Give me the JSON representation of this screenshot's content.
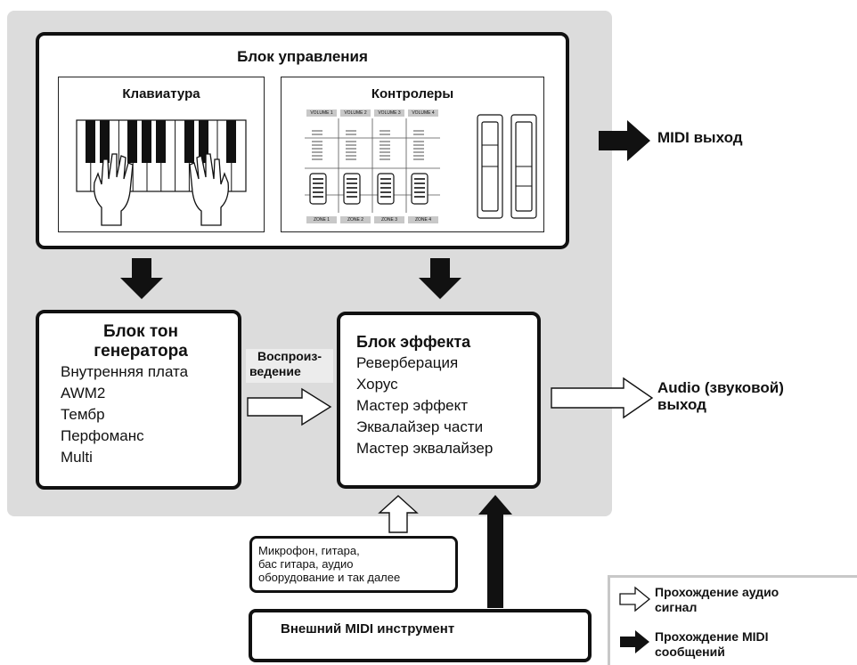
{
  "control_block": {
    "title": "Блок управления",
    "keyboard_title": "Клавиатура",
    "controllers_title": "Контролеры",
    "volume_labels": [
      "VOLUME 1",
      "VOLUME 2",
      "VOLUME 3",
      "VOLUME 4"
    ],
    "zone_labels": [
      "ZONE 1",
      "ZONE 2",
      "ZONE 3",
      "ZONE 4"
    ]
  },
  "midi_out": "MIDI выход",
  "tone_generator": {
    "title_line1": "Блок тон",
    "title_line2": "генератора",
    "items": [
      "Внутренняя плата",
      "AWM2",
      "Тембр",
      "Перфоманс",
      "Multi"
    ]
  },
  "playback_label_line1": "Воспроиз-",
  "playback_label_line2": "ведение",
  "effect_block": {
    "title": "Блок эффекта",
    "items": [
      "Реверберация",
      "Хорус",
      "Мастер эффект",
      "Эквалайзер части",
      "Мастер эквалайзер"
    ]
  },
  "audio_out_line1": "Audio (звуковой)",
  "audio_out_line2": "выход",
  "audio_input": {
    "line1": "Микрофон, гитара,",
    "line2": "бас гитара, аудио",
    "line3": "оборудование и так далее"
  },
  "external_midi": "Внешний MIDI инструмент",
  "legend": {
    "audio_line1": "Прохождение аудио",
    "audio_line2": "сигнал",
    "midi_line1": "Прохождение MIDI",
    "midi_line2": "сообщений"
  },
  "colors": {
    "panel_gray": "#dcdcdc",
    "arrow_black": "#111111",
    "legend_border": "#c8c8c8"
  }
}
